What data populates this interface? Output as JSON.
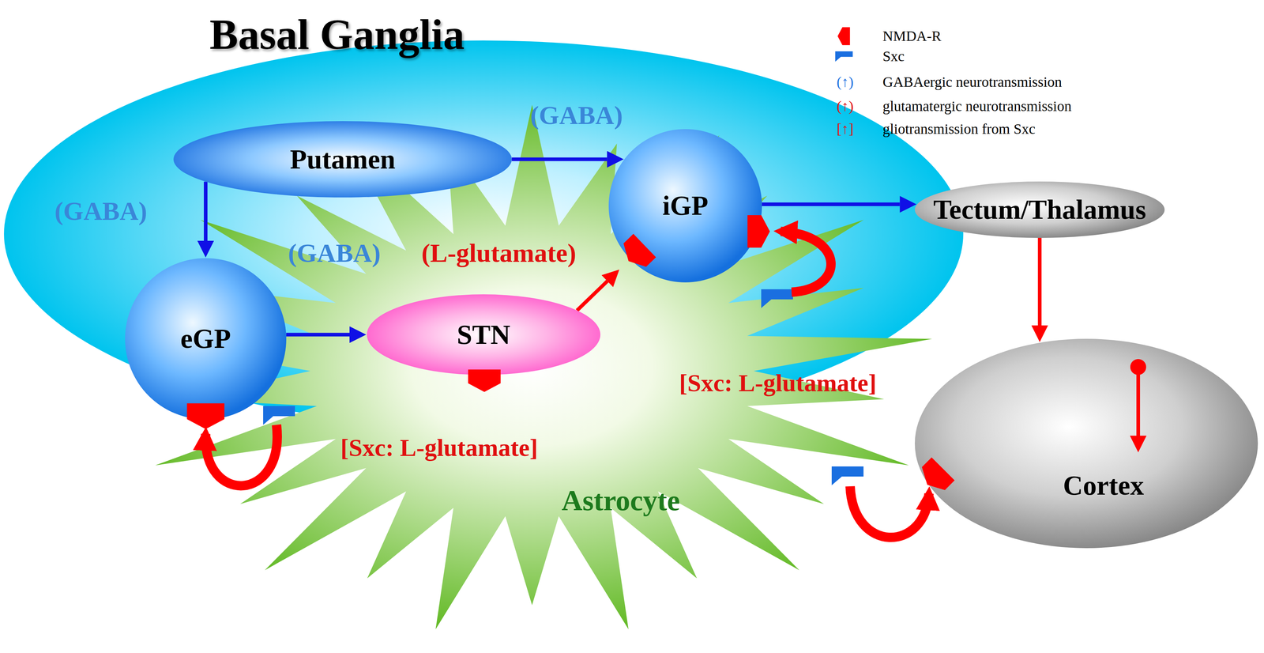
{
  "diagram": {
    "title": "Basal Ganglia",
    "nodes": [
      {
        "text": [
          "Putamen"
        ]
      },
      {
        "text": [
          "iGP"
        ]
      },
      {
        "text": [
          "Tectum/Thalamus"
        ]
      },
      {
        "text": [
          "eGP"
        ]
      },
      {
        "text": [
          "STN"
        ]
      },
      {
        "text": [
          "Astrocyte"
        ]
      },
      {
        "text": [
          "Cortex"
        ]
      }
    ],
    "edges": [
      {
        "from": 0,
        "to": 1,
        "arrow": "to"
      },
      {
        "from": 0,
        "to": 3,
        "arrow": "to"
      },
      {
        "from": 3,
        "to": 4,
        "arrow": "to"
      },
      {
        "from": 4,
        "to": 1,
        "arrow": "to"
      },
      {
        "from": 1,
        "to": 2,
        "arrow": "to"
      },
      {
        "from": 2,
        "to": 6,
        "arrow": "to"
      }
    ],
    "labels": [
      "(GABA)",
      "(GABA)",
      "(GABA)",
      "(L-glutamate)",
      "[Sxc: L-glutamate]",
      "[Sxc: L-glutamate]",
      "(↑)",
      "(↑)",
      "[↑]"
    ],
    "legend": [
      {
        "text": "NMDA-R"
      },
      {
        "text": "Sxc"
      },
      {
        "text": "GABAergic neurotransmission"
      },
      {
        "text": "glutamatergic neurotransmission"
      },
      {
        "text": "gliotransmission from Sxc"
      }
    ]
  }
}
